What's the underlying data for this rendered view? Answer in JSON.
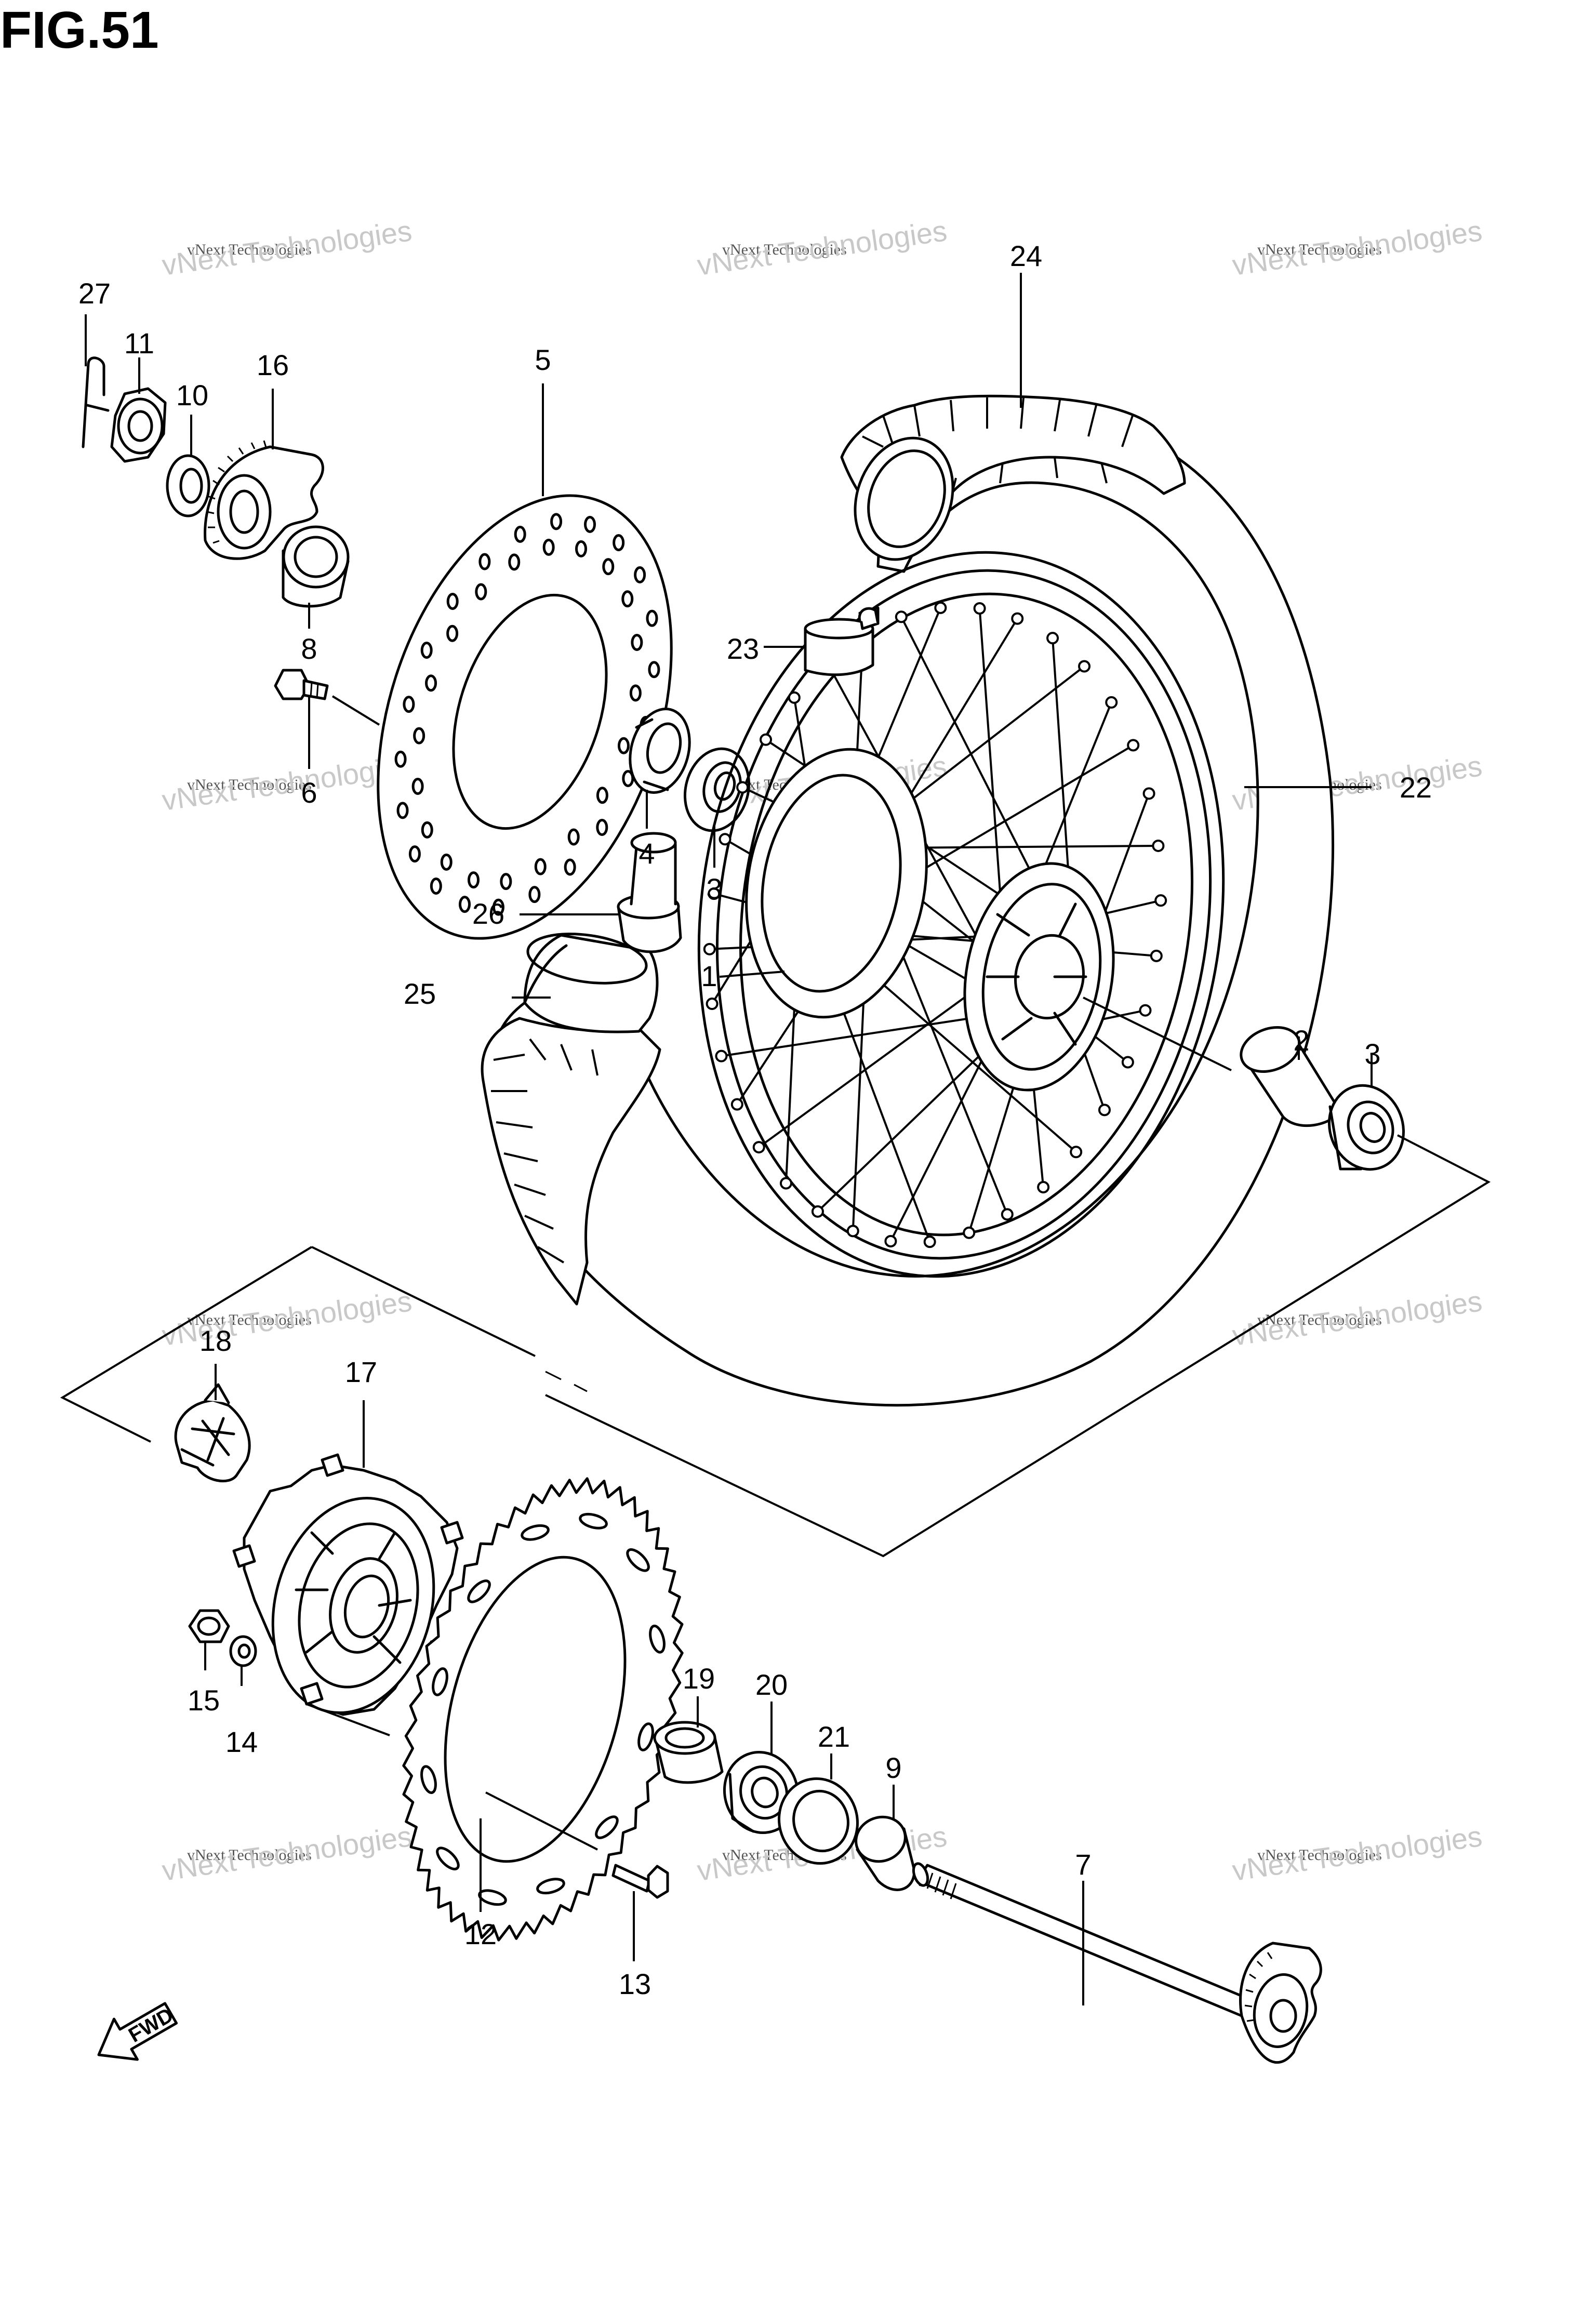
{
  "figure": {
    "title": "FIG.51"
  },
  "watermark": {
    "line1": "vNext Technologies",
    "line2": "vNext Technologies"
  },
  "callouts": [
    {
      "id": "c27",
      "label": "27"
    },
    {
      "id": "c11",
      "label": "11"
    },
    {
      "id": "c10",
      "label": "10"
    },
    {
      "id": "c16",
      "label": "16"
    },
    {
      "id": "c8",
      "label": "8"
    },
    {
      "id": "c6",
      "label": "6"
    },
    {
      "id": "c5",
      "label": "5"
    },
    {
      "id": "c4",
      "label": "4"
    },
    {
      "id": "c3a",
      "label": "3"
    },
    {
      "id": "c24",
      "label": "24"
    },
    {
      "id": "c23",
      "label": "23"
    },
    {
      "id": "c22",
      "label": "22"
    },
    {
      "id": "c26",
      "label": "26"
    },
    {
      "id": "c25",
      "label": "25"
    },
    {
      "id": "c1",
      "label": "1"
    },
    {
      "id": "c2",
      "label": "2"
    },
    {
      "id": "c3b",
      "label": "3"
    },
    {
      "id": "c18",
      "label": "18"
    },
    {
      "id": "c17",
      "label": "17"
    },
    {
      "id": "c15",
      "label": "15"
    },
    {
      "id": "c14",
      "label": "14"
    },
    {
      "id": "c19",
      "label": "19"
    },
    {
      "id": "c20",
      "label": "20"
    },
    {
      "id": "c21",
      "label": "21"
    },
    {
      "id": "c9",
      "label": "9"
    },
    {
      "id": "c7",
      "label": "7"
    },
    {
      "id": "c12",
      "label": "12"
    },
    {
      "id": "c13",
      "label": "13"
    }
  ],
  "fwd_arrow": {
    "label": "FWD"
  }
}
